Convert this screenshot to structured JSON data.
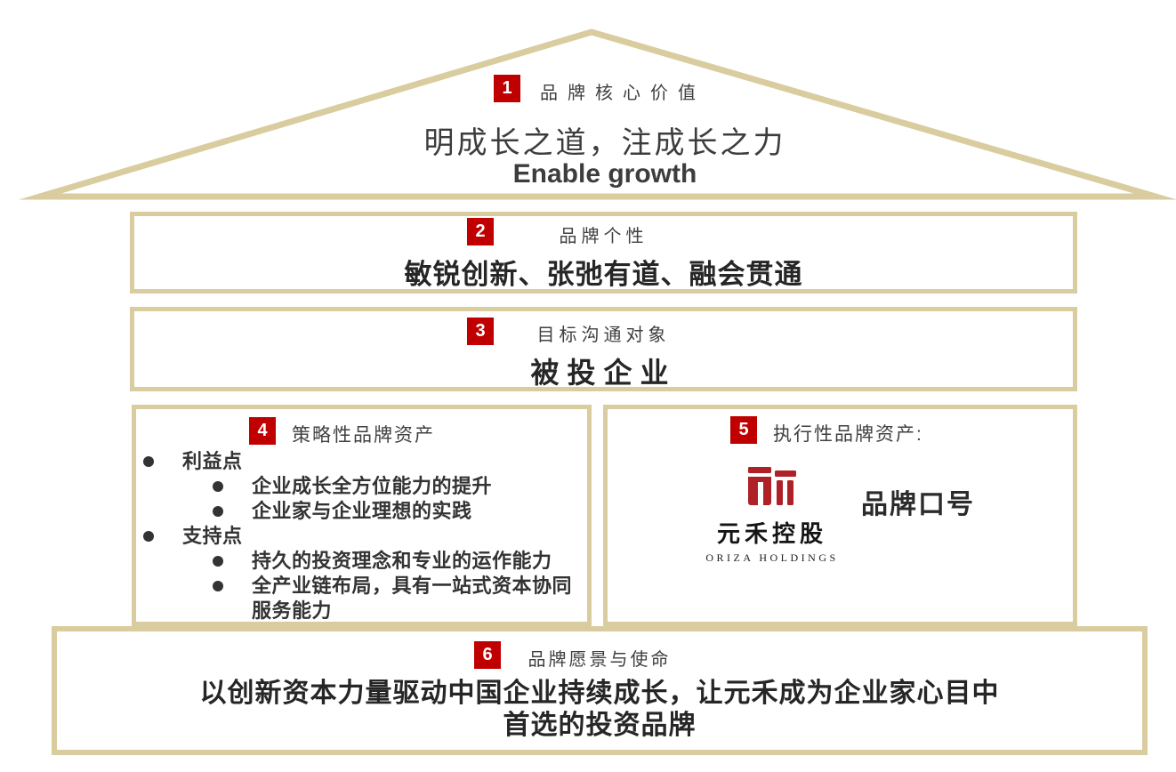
{
  "palette": {
    "frame_tan": "#d9cc9e",
    "badge_red": "#c00000",
    "logo_red": "#ae2126",
    "heading_gray": "#404040",
    "statement_dark": "#262626"
  },
  "roof": {
    "badge": "1",
    "label": "品牌核心价值",
    "statement_cn": "明成长之道，注成长之力",
    "statement_en": "Enable growth"
  },
  "brand_personality": {
    "badge": "2",
    "label": "品牌个性",
    "statement": "敏锐创新、张弛有道、融会贯通"
  },
  "target_audience": {
    "badge": "3",
    "label": "目标沟通对象",
    "statement": "被投企业"
  },
  "strategic_assets": {
    "badge": "4",
    "label": "策略性品牌资产",
    "bullets": [
      {
        "level": 1,
        "text": "利益点"
      },
      {
        "level": 2,
        "text": "企业成长全方位能力的提升"
      },
      {
        "level": 2,
        "text": "企业家与企业理想的实践"
      },
      {
        "level": 1,
        "text": "支持点"
      },
      {
        "level": 2,
        "text": "持久的投资理念和专业的运作能力"
      },
      {
        "level": 2,
        "text": "全产业链布局，具有一站式资本协同服务能力"
      }
    ]
  },
  "executional_assets": {
    "badge": "5",
    "label": "执行性品牌资产:",
    "logo_cn": "元禾控股",
    "logo_en": "ORIZA HOLDINGS",
    "slogan": "品牌口号"
  },
  "vision_mission": {
    "badge": "6",
    "label": "品牌愿景与使命",
    "statement": "以创新资本力量驱动中国企业持续成长，让元禾成为企业家心目中首选的投资品牌"
  }
}
